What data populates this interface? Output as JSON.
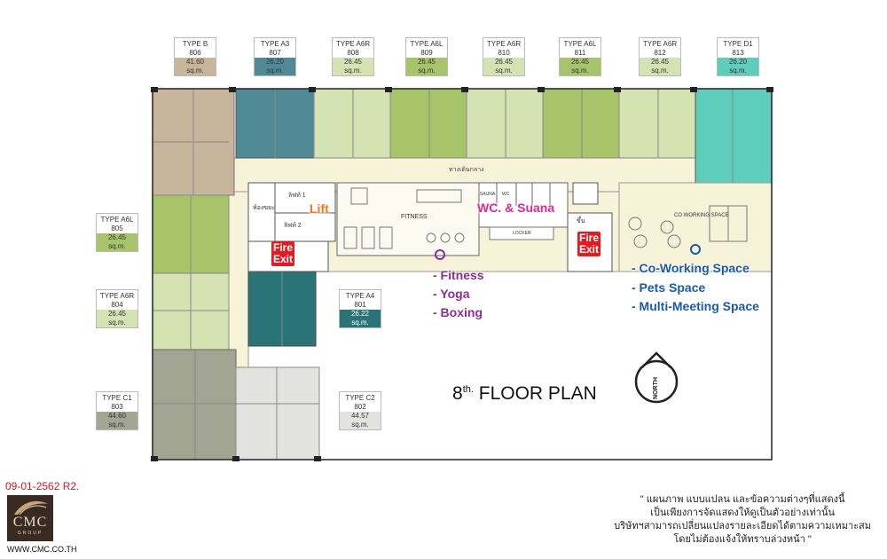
{
  "plan": {
    "title": "8",
    "title_sup": "th.",
    "title_tail": " FLOOR PLAN",
    "north": "NORTH",
    "revision": "09-01-2562 R2.",
    "corridor": "ทางเดินกลาง",
    "lift_label": "Lift",
    "fitness_label": "FITNESS",
    "coworking_label": "CO WORKING SPACE",
    "locker_label": "LOCKER",
    "sauna_label": "SAUNA",
    "wc_label": "WC",
    "lift1_label": "ลิฟท์ 1",
    "lift2_label": "ลิฟท์ 2",
    "trash_label": "ห้องขยะ",
    "stair_label": "ขึ้น"
  },
  "units": [
    {
      "type": "TYPE B",
      "no": "806",
      "area": "41.60",
      "unit": "sq.m.",
      "color": "#c8b69c"
    },
    {
      "type": "TYPE A3",
      "no": "807",
      "area": "26.20",
      "unit": "sq.m.",
      "color": "#4f8a96"
    },
    {
      "type": "TYPE A6R",
      "no": "808",
      "area": "26.45",
      "unit": "sq.m.",
      "color": "#d5e2b2"
    },
    {
      "type": "TYPE A6L",
      "no": "809",
      "area": "26.45",
      "unit": "sq.m.",
      "color": "#a7c46a"
    },
    {
      "type": "TYPE A6R",
      "no": "810",
      "area": "26.45",
      "unit": "sq.m.",
      "color": "#d5e2b2"
    },
    {
      "type": "TYPE A6L",
      "no": "811",
      "area": "26.45",
      "unit": "sq.m.",
      "color": "#a7c46a"
    },
    {
      "type": "TYPE A6R",
      "no": "812",
      "area": "26.45",
      "unit": "sq.m.",
      "color": "#d5e2b2"
    },
    {
      "type": "TYPE D1",
      "no": "813",
      "area": "26.20",
      "unit": "sq.m.",
      "color": "#5fcdbb"
    },
    {
      "type": "TYPE A6L",
      "no": "805",
      "area": "26.45",
      "unit": "sq.m.",
      "color": "#a7c46a"
    },
    {
      "type": "TYPE A6R",
      "no": "804",
      "area": "26.45",
      "unit": "sq.m.",
      "color": "#d5e2b2"
    },
    {
      "type": "TYPE A4",
      "no": "801",
      "area": "26.22",
      "unit": "sq.m.",
      "color": "#2a7377"
    },
    {
      "type": "TYPE C1",
      "no": "803",
      "area": "44.60",
      "unit": "sq.m.",
      "color": "#a3a593"
    },
    {
      "type": "TYPE C2",
      "no": "802",
      "area": "44.57",
      "unit": "sq.m.",
      "color": "#e2e3df"
    }
  ],
  "labels": {
    "lift": "Lift",
    "wc_suana": "WC. & Suana",
    "fire_exit_top": "Fire",
    "fire_exit_bottom": "Exit",
    "fitness_list": [
      "- Fitness",
      "- Yoga",
      "- Boxing"
    ],
    "cowork_list": [
      "- Co-Working Space",
      "- Pets Space",
      "- Multi-Meeting Space"
    ]
  },
  "colors": {
    "corridor": "#f6f3d9",
    "lift_orange": "#f07a22",
    "pink": "#e0288e",
    "purple": "#8e2e91",
    "blue": "#1d5aa6",
    "fire": "#e31b23"
  },
  "disclaimer": [
    "\" แผนภาพ แบบแปลน และข้อความต่างๆที่แสดงนี้",
    "เป็นเพียงการจัดแสดงให้ดูเป็นตัวอย่างเท่านั้น",
    "บริษัทฯสามารถเปลี่ยนแปลงรายละเอียดได้ตามความเหมาะสม",
    "โดยไม่ต้องแจ้งให้ทราบล่วงหน้า \""
  ],
  "brand": {
    "name": "CMC",
    "group": "GROUP",
    "url": "WWW.CMC.CO.TH"
  }
}
